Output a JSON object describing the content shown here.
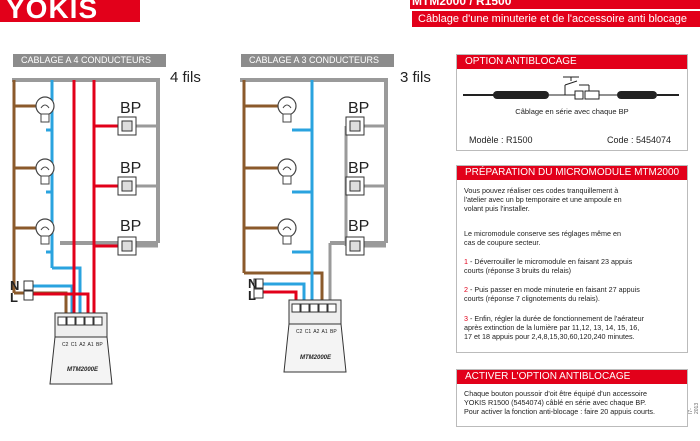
{
  "brand": {
    "logo": "YOKIS",
    "top_title": "MTM2000 / R1500",
    "subtitle": "Câblage d'une minuterie et de l'accessoire anti blocage"
  },
  "left_section": {
    "header": "CABLAGE A 4 CONDUCTEURS",
    "fils": "4 fils",
    "bp": [
      "BP",
      "BP",
      "BP"
    ],
    "n": "N",
    "l": "L",
    "module_terminals": "C2 C1 A2 A1 BP",
    "module_name": "MTM2000E"
  },
  "mid_section": {
    "header": "CABLAGE A 3 CONDUCTEURS",
    "fils": "3 fils",
    "bp": [
      "BP",
      "BP",
      "BP"
    ],
    "n": "N",
    "l": "L",
    "module_terminals": "C2 C1 A2 A1 BP",
    "module_name": "MTM2000E"
  },
  "option": {
    "header": "OPTION ANTIBLOCAGE",
    "caption": "Câblage en série avec chaque BP",
    "model_label": "Modèle : R1500",
    "code_label": "Code : 5454074"
  },
  "prep": {
    "header": "PRÉPARATION DU MICROMODULE MTM2000",
    "p1": [
      "Vous pouvez réaliser ces codes tranquillement à",
      "l'atelier avec un bp temporaire et une ampoule en",
      "volant puis l'installer."
    ],
    "p2": [
      "Le micromodule conserve ses réglages même en",
      "cas de coupure secteur."
    ],
    "s1_num": "1",
    "s1": [
      " - Déverrouiller le micromodule en faisant 23 appuis",
      "courts (réponse 3 bruits du relais)"
    ],
    "s2_num": "2",
    "s2": [
      " - Puis passer en mode minuterie en faisant 27 appuis",
      "courts (réponse 7 clignotements du relais)."
    ],
    "s3_num": "3",
    "s3": [
      " - Enfin, régler la durée de fonctionnement de l'aérateur",
      "après extinction de la lumière par 11,12, 13, 14, 15, 16,",
      "17 et 18 appuis pour 2,4,8,15,30,60,120,240 minutes."
    ]
  },
  "activer": {
    "header": "ACTIVER L'OPTION ANTIBLOCAGE",
    "lines": [
      "Chaque bouton poussoir d'oit être équipé d'un accessoire",
      "YOKIS R1500 (5454074) câblé en série avec chaque BP.",
      "Pour activer la fonction anti-blocage : faire 20 appuis courts."
    ]
  },
  "footer_code": "I7-2013",
  "colors": {
    "brand_red": "#e2001a",
    "wire_brown": "#8b5a2b",
    "wire_blue": "#2aa3df",
    "wire_red": "#e2001a",
    "wire_grey": "#9a9a9a"
  }
}
